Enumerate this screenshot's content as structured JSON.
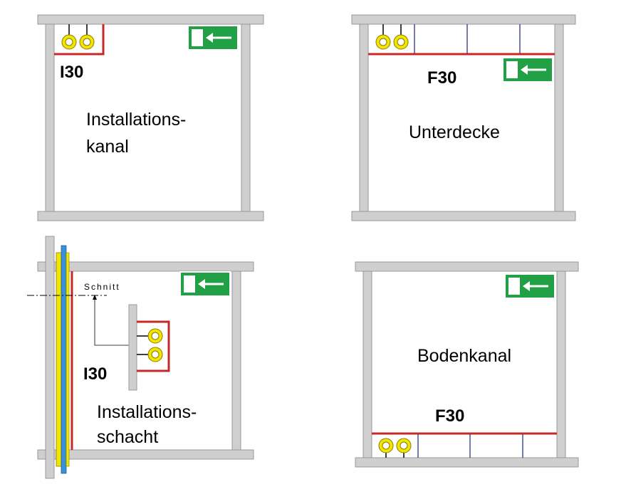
{
  "panels": {
    "installationskanal": {
      "rating": "I30",
      "label_line1": "Installations-",
      "label_line2": "kanal"
    },
    "unterdecke": {
      "rating": "F30",
      "label": "Unterdecke"
    },
    "installationsschacht": {
      "rating": "I30",
      "label_line1": "Installations-",
      "label_line2": "schacht",
      "section_label": "Schnitt"
    },
    "bodenkanal": {
      "rating": "F30",
      "label": "Bodenkanal"
    }
  },
  "colors": {
    "wall": "#cfcfcf",
    "fire_line": "#c62828",
    "cable_yellow": "#f2e600",
    "cable_blue": "#3b8fd6",
    "exit_sign": "#22a045",
    "joist": "#1a237e"
  },
  "icons": {
    "exit_sign": "exit-sign-icon",
    "cable": "cable-icon"
  }
}
